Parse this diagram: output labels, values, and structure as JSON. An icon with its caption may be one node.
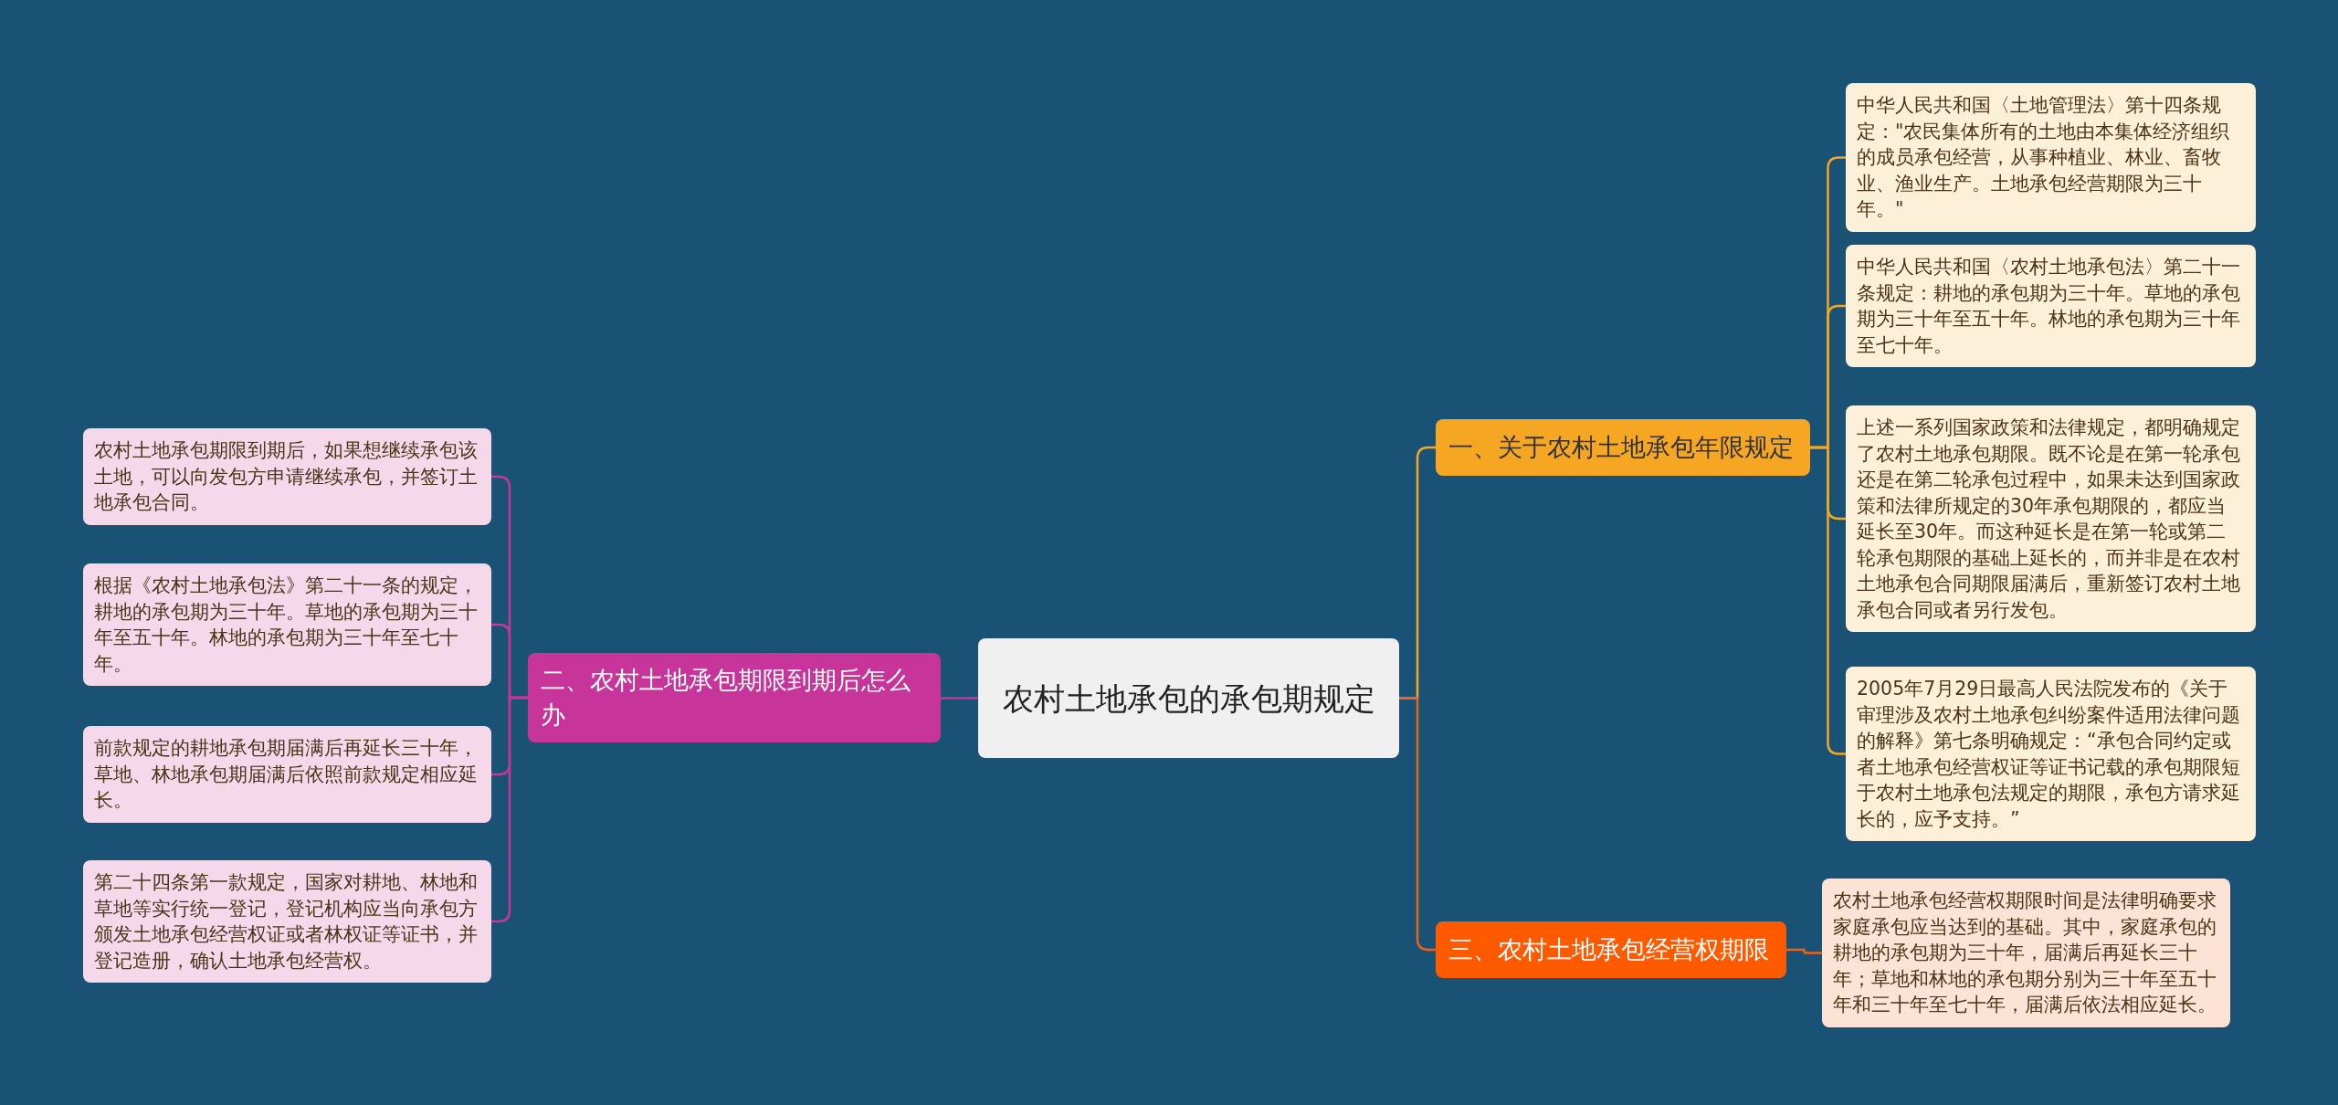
{
  "diagram": {
    "nodes": [
      {
        "text": [
          "农村土地承包的承包期规定"
        ]
      },
      {
        "text": [
          "一、关于农村土地承包年限规定"
        ]
      },
      {
        "text": [
          "中华人民共和国〈土地管理法〉第十四条规定：\"农民集体所有的土地由本集体经济组织的成员承包经营，从事种植业、林业、畜牧业、渔业生产。土地承包经营期限为三十年。\""
        ]
      },
      {
        "text": [
          "中华人民共和国〈农村土地承包法〉第二十一条规定：耕地的承包期为三十年。草地的承包期为三十年至五十年。林地的承包期为三十年至七十年。"
        ]
      },
      {
        "text": [
          "上述一系列国家政策和法律规定，都明确规定了农村土地承包期限。既不论是在第一轮承包还是在第二轮承包过程中，如果未达到国家政策和法律所规定的30年承包期限的，都应当延长至30年。而这种延长是在第一轮或第二轮承包期限的基础上延长的，而并非是在农村土地承包合同期限届满后，重新签订农村土地承包合同或者另行发包。"
        ]
      },
      {
        "text": [
          "2005年7月29日最高人民法院发布的《关于审理涉及农村土地承包纠纷案件适用法律问题的解释》第七条明确规定：“承包合同约定或者土地承包经营权证等证书记载的承包期限短于农村土地承包法规定的期限，承包方请求延长的，应予支持。”"
        ]
      },
      {
        "text": [
          "三、农村土地承包经营权期限"
        ]
      },
      {
        "text": [
          "农村土地承包经营权期限时间是法律明确要求家庭承包应当达到的基础。其中，家庭承包的耕地的承包期为三十年，届满后再延长三十年；草地和林地的承包期分别为三十年至五十年和三十年至七十年，届满后依法相应延长。"
        ]
      },
      {
        "text": [
          "二、农村土地承包期限到期后怎么办"
        ]
      },
      {
        "text": [
          "农村土地承包期限到期后，如果想继续承包该土地，可以向发包方申请继续承包，并签订土地承包合同。"
        ]
      },
      {
        "text": [
          "根据《农村土地承包法》第二十一条的规定，耕地的承包期为三十年。草地的承包期为三十年至五十年。林地的承包期为三十年至七十年。"
        ]
      },
      {
        "text": [
          "前款规定的耕地承包期届满后再延长三十年，草地、林地承包期届满后依照前款规定相应延长。"
        ]
      },
      {
        "text": [
          "第二十四条第一款规定，国家对耕地、林地和草地等实行统一登记，登记机构应当向承包方颁发土地承包经营权证或者林权证等证书，并登记造册，确认土地承包经营权。"
        ]
      }
    ],
    "edges": [
      {
        "from": 0,
        "to": 1,
        "arrow": "none",
        "color": "#f5a623"
      },
      {
        "from": 1,
        "to": 2,
        "arrow": "none",
        "color": "#f5a623"
      },
      {
        "from": 1,
        "to": 3,
        "arrow": "none",
        "color": "#f5a623"
      },
      {
        "from": 1,
        "to": 4,
        "arrow": "none",
        "color": "#f5a623"
      },
      {
        "from": 1,
        "to": 5,
        "arrow": "none",
        "color": "#f5a623"
      },
      {
        "from": 0,
        "to": 6,
        "arrow": "none",
        "color": "#e8641e"
      },
      {
        "from": 6,
        "to": 7,
        "arrow": "none",
        "color": "#e8641e"
      },
      {
        "from": 0,
        "to": 8,
        "arrow": "none",
        "color": "#c8359a"
      },
      {
        "from": 8,
        "to": 9,
        "arrow": "none",
        "color": "#c8359a"
      },
      {
        "from": 8,
        "to": 10,
        "arrow": "none",
        "color": "#c8359a"
      },
      {
        "from": 8,
        "to": 11,
        "arrow": "none",
        "color": "#c8359a"
      },
      {
        "from": 8,
        "to": 12,
        "arrow": "none",
        "color": "#c8359a"
      }
    ]
  }
}
